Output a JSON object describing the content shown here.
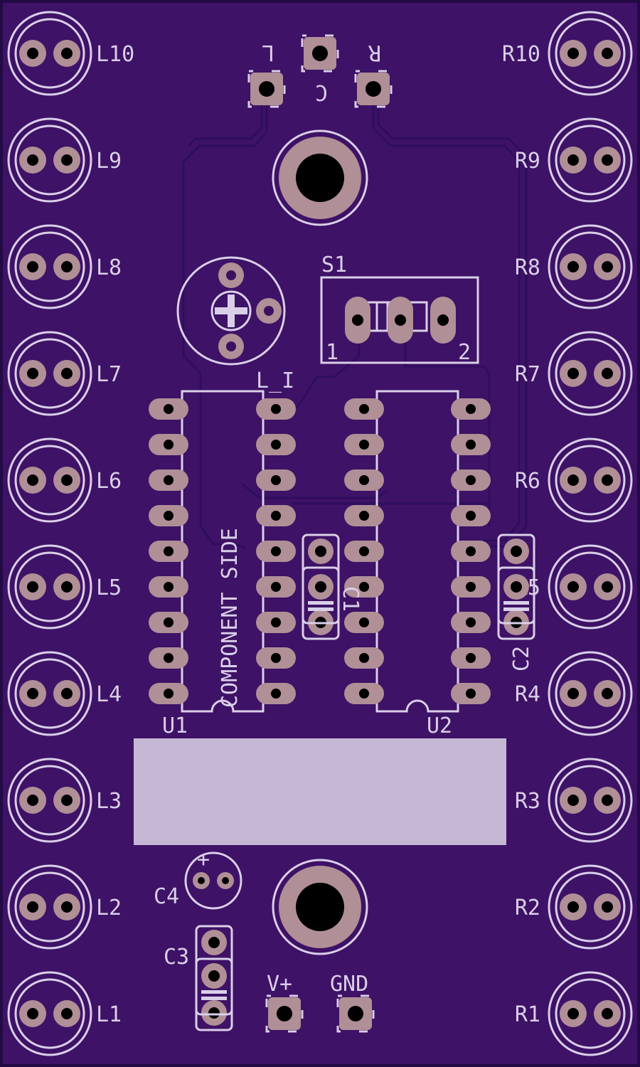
{
  "colors": {
    "board": "#3e1266",
    "board_edge": "#230a45",
    "silkscreen": "#d9cfe8",
    "copper_pad": "#b08f96",
    "trace": "#2f0d5e",
    "label_block": "#c5b7d3"
  },
  "labels": {
    "left_connectors": [
      "L10",
      "L9",
      "L8",
      "L7",
      "L6",
      "L5",
      "L4",
      "L3",
      "L2",
      "L1"
    ],
    "right_connectors": [
      "R10",
      "R9",
      "R8",
      "R7",
      "R6",
      "R5",
      "R4",
      "R3",
      "R2",
      "R1"
    ],
    "pot_left": "L",
    "pot_center": "C",
    "pot_right": "R",
    "switch": "S1",
    "switch_pin1": "1",
    "switch_pin2": "2",
    "l_i": "L_I",
    "component_side": "COMPONENT SIDE",
    "u1": "U1",
    "u2": "U2",
    "c1": "C1",
    "c2": "C2",
    "c3": "C3",
    "c4": "C4",
    "c4_plus": "+",
    "vplus": "V+",
    "gnd": "GND"
  }
}
